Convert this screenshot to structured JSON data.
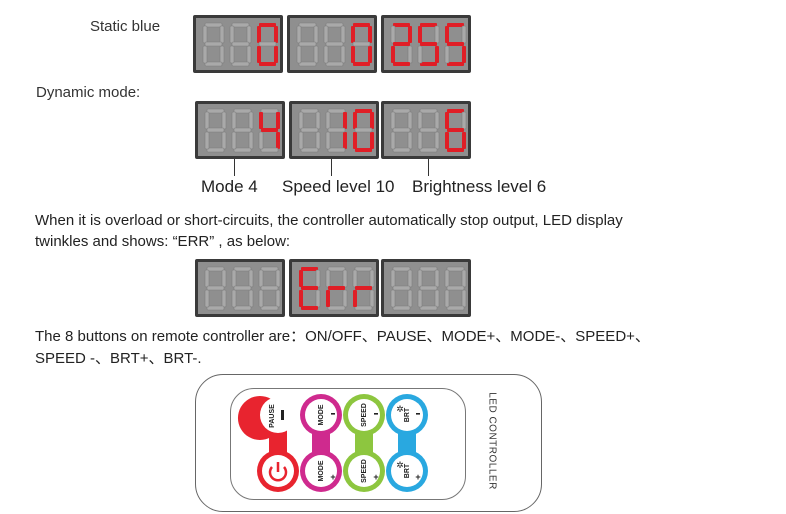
{
  "sections": {
    "static_label": "Static blue",
    "dynamic_label": "Dynamic mode:",
    "captions": [
      "Mode 4",
      "Speed level 10",
      "Brightness level 6"
    ],
    "overload_text_1": "When it is overload or short-circuits, the controller  automatically stop output, LED display",
    "overload_text_2": "twinkles and shows:  “ERR” , as below:",
    "buttons_text_1": "The 8 buttons on remote controller are：ON/OFF、PAUSE、MODE+、MODE-、SPEED+、",
    "buttons_text_2": "SPEED -、BRT+、BRT-."
  },
  "displays": {
    "static": [
      {
        "digits": [
          "8",
          "8",
          "0"
        ],
        "lit": [
          false,
          false,
          true
        ]
      },
      {
        "digits": [
          "8",
          "8",
          "0"
        ],
        "lit": [
          false,
          false,
          true
        ]
      },
      {
        "digits": [
          "2",
          "5",
          "5"
        ],
        "lit": [
          true,
          true,
          true
        ]
      }
    ],
    "dynamic": [
      {
        "digits": [
          "8",
          "8",
          "4"
        ],
        "lit": [
          false,
          false,
          true
        ]
      },
      {
        "digits": [
          "8",
          "1",
          "0"
        ],
        "lit": [
          false,
          true,
          true
        ]
      },
      {
        "digits": [
          "8",
          "8",
          "6"
        ],
        "lit": [
          false,
          false,
          true
        ]
      }
    ],
    "error": [
      {
        "digits": [
          "8",
          "8",
          "8"
        ],
        "lit": [
          false,
          false,
          false
        ]
      },
      {
        "digits": [
          "E",
          "R",
          "R"
        ],
        "lit": [
          true,
          true,
          true
        ]
      },
      {
        "digits": [
          "8",
          "8",
          "8"
        ],
        "lit": [
          false,
          false,
          false
        ]
      }
    ]
  },
  "remote": {
    "label": "LED CONTROLLER",
    "buttons": {
      "pause": "PAUSE",
      "mode_minus": "MODE",
      "mode_plus": "MODE",
      "speed_minus": "SPEED",
      "speed_plus": "SPEED",
      "brt_minus": "BRT",
      "brt_plus": "BRT"
    },
    "colors": {
      "red": "#e8242f",
      "magenta": "#cf2a8e",
      "green": "#8dc63f",
      "blue": "#29a8e0"
    }
  },
  "colors": {
    "segment_on": "#e01e26",
    "segment_off": "#a9a9a9",
    "display_bg": "#8f8f8f"
  }
}
